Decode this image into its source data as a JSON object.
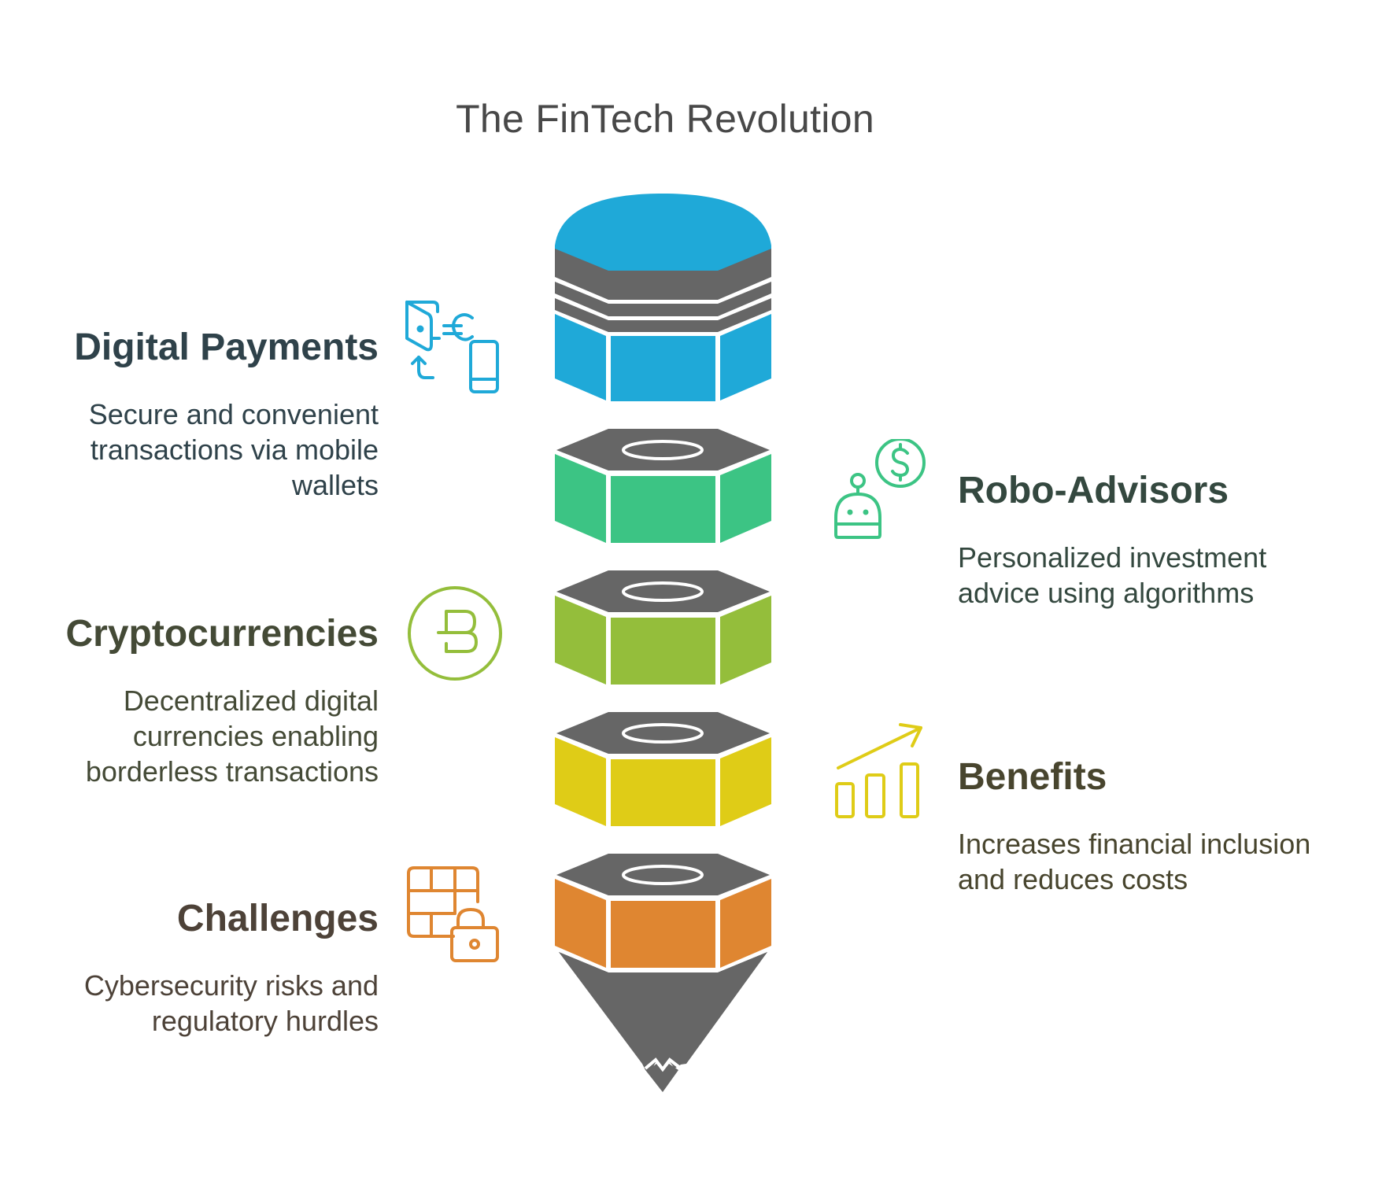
{
  "title": "The FinTech Revolution",
  "colors": {
    "pencil_gray": "#666666",
    "digital_payments": "#1fa9d8",
    "robo_advisors": "#3cc484",
    "cryptocurrencies": "#94be3b",
    "benefits": "#dfcc17",
    "challenges": "#df8631"
  },
  "items": [
    {
      "id": "digital-payments",
      "side": "left",
      "heading": "Digital Payments",
      "desc_lines": [
        "Secure and convenient",
        "transactions via mobile",
        "wallets"
      ],
      "icon": "wallet-euro-phone-transfer-icon",
      "color": "#1fa9d8",
      "text_color": "#2f424a"
    },
    {
      "id": "robo-advisors",
      "side": "right",
      "heading": "Robo-Advisors",
      "desc_lines": [
        "Personalized investment",
        "advice using algorithms"
      ],
      "icon": "robot-dollar-icon",
      "color": "#3cc484",
      "text_color": "#34483f"
    },
    {
      "id": "cryptocurrencies",
      "side": "left",
      "heading": "Cryptocurrencies",
      "desc_lines": [
        "Decentralized digital",
        "currencies enabling",
        "borderless transactions"
      ],
      "icon": "bitcoin-coin-icon",
      "color": "#94be3b",
      "text_color": "#444a36"
    },
    {
      "id": "benefits",
      "side": "right",
      "heading": "Benefits",
      "desc_lines": [
        "Increases financial inclusion",
        "and reduces costs"
      ],
      "icon": "growth-bar-chart-icon",
      "color": "#dfcc17",
      "text_color": "#48452e"
    },
    {
      "id": "challenges",
      "side": "left",
      "heading": "Challenges",
      "desc_lines": [
        "Cybersecurity risks and",
        "regulatory hurdles"
      ],
      "icon": "firewall-lock-icon",
      "color": "#df8631",
      "text_color": "#4d4238"
    }
  ]
}
